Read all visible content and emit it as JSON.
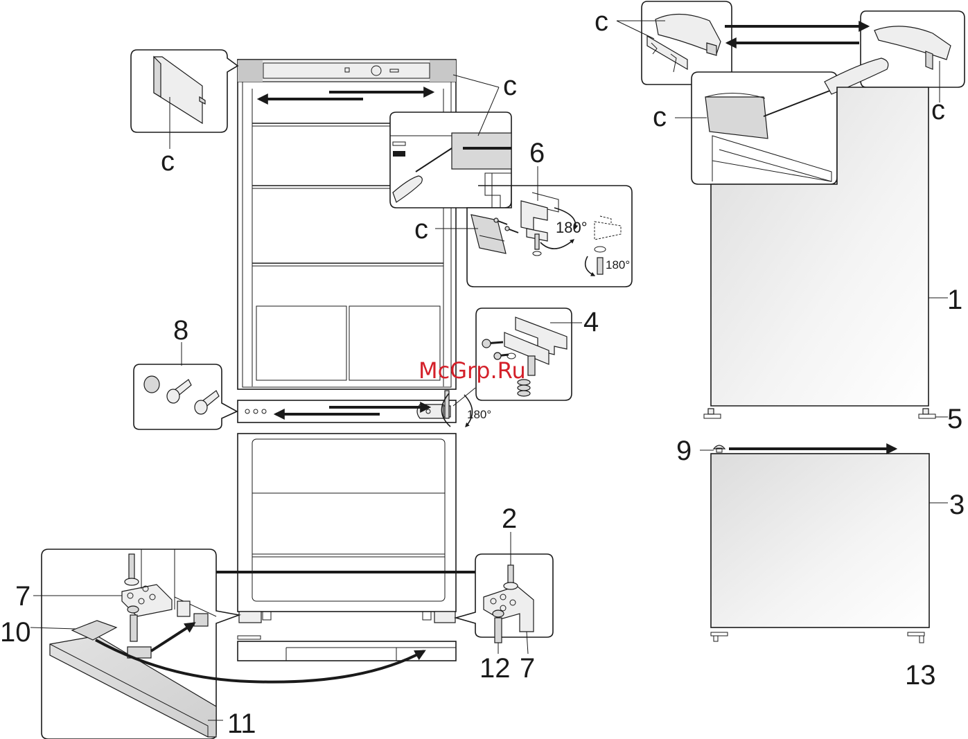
{
  "watermark": "McGrp.Ru",
  "labels": {
    "c": "c",
    "one": "1",
    "two": "2",
    "three": "3",
    "four": "4",
    "five": "5",
    "six": "6",
    "seven": "7",
    "eight": "8",
    "nine": "9",
    "ten": "10",
    "eleven": "11",
    "twelve": "12",
    "thirteen": "13"
  },
  "rotation": "180°",
  "colors": {
    "ink": "#1a1a1a",
    "watermark": "#d4202a",
    "door_fill": "#e4e4e4",
    "part_fill": "#d8d8d8"
  }
}
